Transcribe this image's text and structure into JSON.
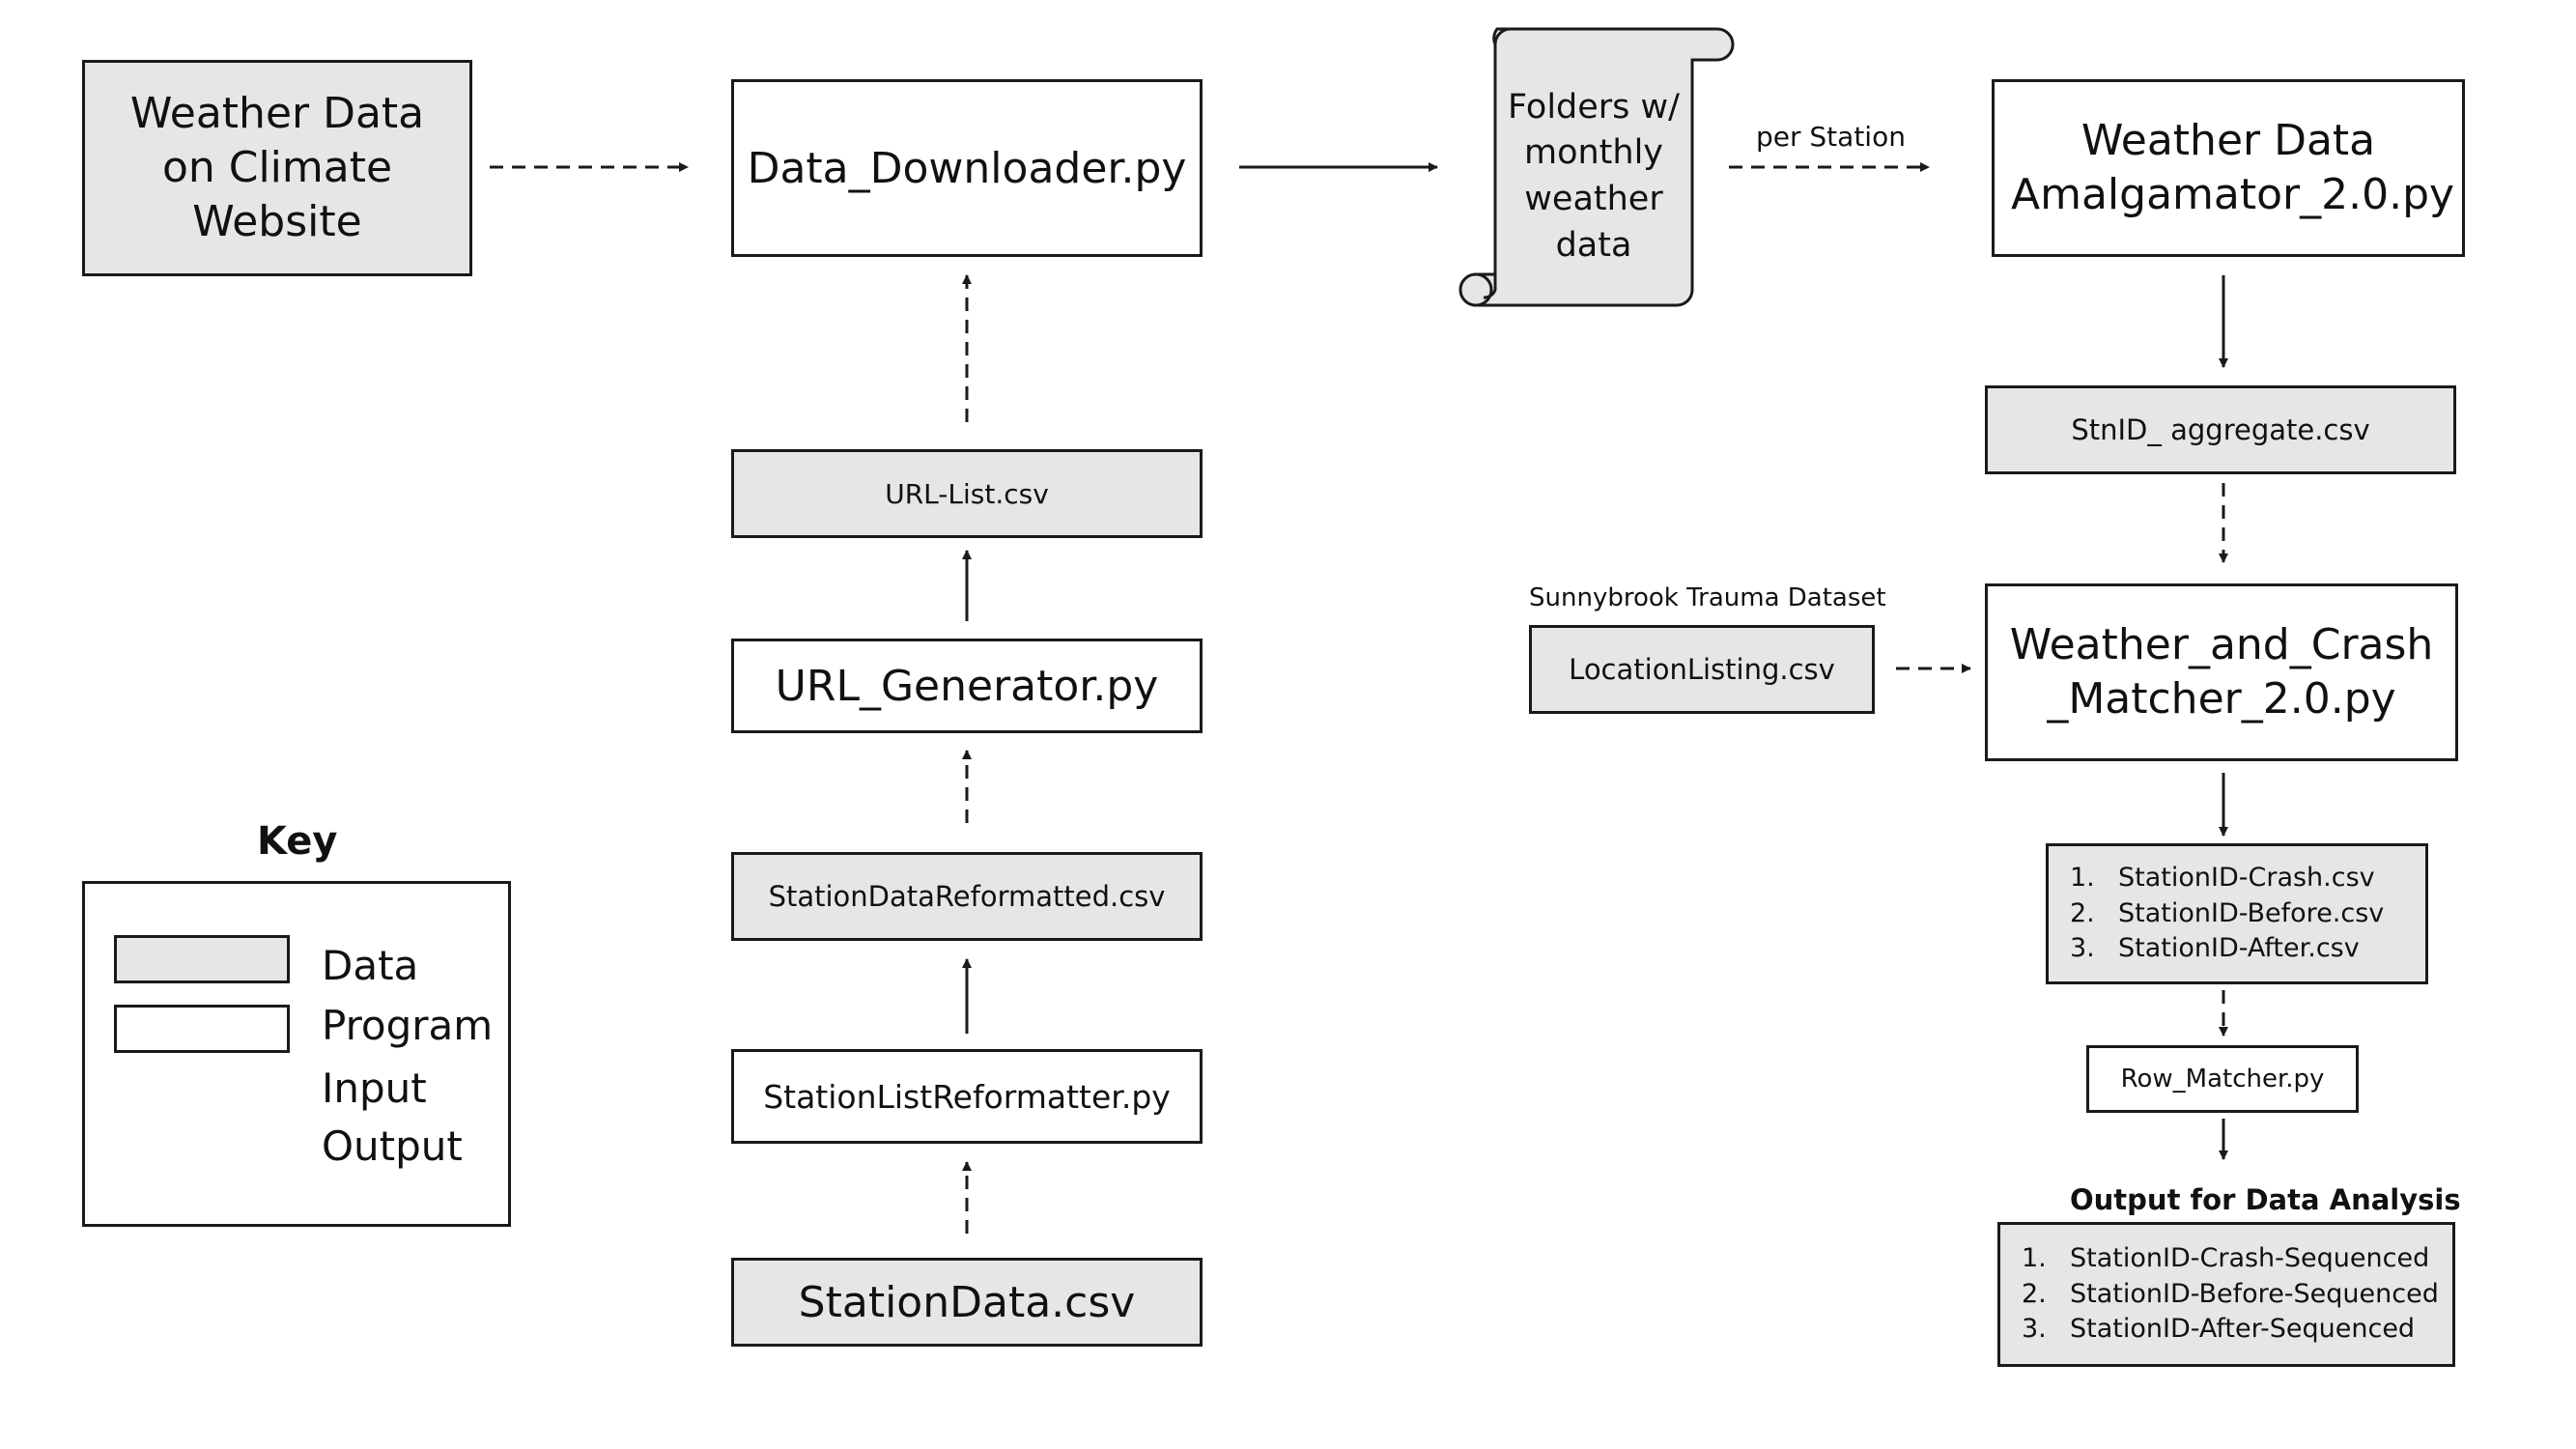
{
  "nodes": {
    "weather_site": "Weather Data on Climate Website",
    "downloader": "Data_Downloader.py",
    "folders": "Folders w/ monthly weather data",
    "per_station": "per Station",
    "amalgamator": "Weather Data Amalgamator_2.0.py",
    "url_list": "URL-List.csv",
    "stn_aggregate": "StnID_ aggregate.csv",
    "url_generator": "URL_Generator.py",
    "sunnybrook": "Sunnybrook Trauma Dataset",
    "location_listing": "LocationListing.csv",
    "matcher": "Weather_and_Crash _Matcher_2.0.py",
    "station_reformatted": "StationDataReformatted.csv",
    "station_outputs": [
      "StationID-Crash.csv",
      "StationID-Before.csv",
      "StationID-After.csv"
    ],
    "reformatter": "StationListReformatter.py",
    "row_matcher": "Row_Matcher.py",
    "output_title": "Output for Data Analysis",
    "final_outputs": [
      "StationID-Crash-Sequenced",
      "StationID-Before-Sequenced",
      "StationID-After-Sequenced"
    ],
    "station_data": "StationData.csv"
  },
  "key": {
    "title": "Key",
    "data": "Data",
    "program": "Program",
    "input": "Input",
    "output": "Output"
  },
  "colors": {
    "data_fill": "#e6e6e6",
    "program_fill": "#ffffff",
    "stroke": "#1a1a1a"
  }
}
